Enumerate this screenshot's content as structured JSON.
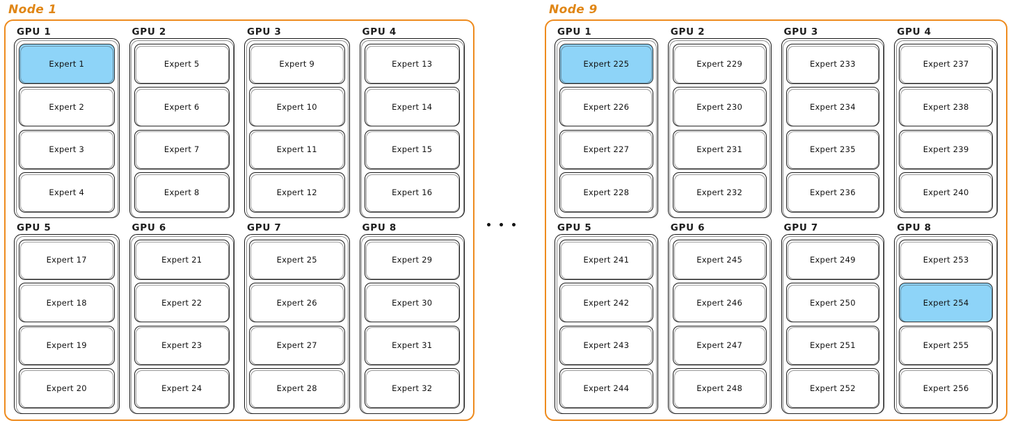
{
  "diagram": {
    "title_left": "Node 1",
    "title_right": "Node 9",
    "ellipsis_dots": 3,
    "colors": {
      "node_border": "#ee8b1e",
      "node_label": "#e08616",
      "expert_border": "#1b1b1b",
      "expert_highlight": "#8ed4f8",
      "background": "#ffffff",
      "text": "#111111"
    }
  },
  "nodes": [
    {
      "label": "Node 1",
      "gpus": [
        {
          "label": "GPU 1",
          "experts": [
            {
              "label": "Expert 1",
              "highlighted": true
            },
            {
              "label": "Expert 2",
              "highlighted": false
            },
            {
              "label": "Expert 3",
              "highlighted": false
            },
            {
              "label": "Expert 4",
              "highlighted": false
            }
          ]
        },
        {
          "label": "GPU 2",
          "experts": [
            {
              "label": "Expert 5",
              "highlighted": false
            },
            {
              "label": "Expert 6",
              "highlighted": false
            },
            {
              "label": "Expert 7",
              "highlighted": false
            },
            {
              "label": "Expert 8",
              "highlighted": false
            }
          ]
        },
        {
          "label": "GPU 3",
          "experts": [
            {
              "label": "Expert 9",
              "highlighted": false
            },
            {
              "label": "Expert 10",
              "highlighted": false
            },
            {
              "label": "Expert 11",
              "highlighted": false
            },
            {
              "label": "Expert 12",
              "highlighted": false
            }
          ]
        },
        {
          "label": "GPU 4",
          "experts": [
            {
              "label": "Expert 13",
              "highlighted": false
            },
            {
              "label": "Expert 14",
              "highlighted": false
            },
            {
              "label": "Expert 15",
              "highlighted": false
            },
            {
              "label": "Expert 16",
              "highlighted": false
            }
          ]
        },
        {
          "label": "GPU 5",
          "experts": [
            {
              "label": "Expert 17",
              "highlighted": false
            },
            {
              "label": "Expert 18",
              "highlighted": false
            },
            {
              "label": "Expert 19",
              "highlighted": false
            },
            {
              "label": "Expert 20",
              "highlighted": false
            }
          ]
        },
        {
          "label": "GPU 6",
          "experts": [
            {
              "label": "Expert 21",
              "highlighted": false
            },
            {
              "label": "Expert 22",
              "highlighted": false
            },
            {
              "label": "Expert 23",
              "highlighted": false
            },
            {
              "label": "Expert 24",
              "highlighted": false
            }
          ]
        },
        {
          "label": "GPU 7",
          "experts": [
            {
              "label": "Expert 25",
              "highlighted": false
            },
            {
              "label": "Expert 26",
              "highlighted": false
            },
            {
              "label": "Expert 27",
              "highlighted": false
            },
            {
              "label": "Expert 28",
              "highlighted": false
            }
          ]
        },
        {
          "label": "GPU 8",
          "experts": [
            {
              "label": "Expert 29",
              "highlighted": false
            },
            {
              "label": "Expert 30",
              "highlighted": false
            },
            {
              "label": "Expert 31",
              "highlighted": false
            },
            {
              "label": "Expert 32",
              "highlighted": false
            }
          ]
        }
      ]
    },
    {
      "label": "Node 9",
      "gpus": [
        {
          "label": "GPU 1",
          "experts": [
            {
              "label": "Expert 225",
              "highlighted": true
            },
            {
              "label": "Expert 226",
              "highlighted": false
            },
            {
              "label": "Expert 227",
              "highlighted": false
            },
            {
              "label": "Expert 228",
              "highlighted": false
            }
          ]
        },
        {
          "label": "GPU 2",
          "experts": [
            {
              "label": "Expert 229",
              "highlighted": false
            },
            {
              "label": "Expert 230",
              "highlighted": false
            },
            {
              "label": "Expert 231",
              "highlighted": false
            },
            {
              "label": "Expert 232",
              "highlighted": false
            }
          ]
        },
        {
          "label": "GPU 3",
          "experts": [
            {
              "label": "Expert 233",
              "highlighted": false
            },
            {
              "label": "Expert 234",
              "highlighted": false
            },
            {
              "label": "Expert 235",
              "highlighted": false
            },
            {
              "label": "Expert 236",
              "highlighted": false
            }
          ]
        },
        {
          "label": "GPU 4",
          "experts": [
            {
              "label": "Expert 237",
              "highlighted": false
            },
            {
              "label": "Expert 238",
              "highlighted": false
            },
            {
              "label": "Expert 239",
              "highlighted": false
            },
            {
              "label": "Expert 240",
              "highlighted": false
            }
          ]
        },
        {
          "label": "GPU 5",
          "experts": [
            {
              "label": "Expert 241",
              "highlighted": false
            },
            {
              "label": "Expert 242",
              "highlighted": false
            },
            {
              "label": "Expert 243",
              "highlighted": false
            },
            {
              "label": "Expert 244",
              "highlighted": false
            }
          ]
        },
        {
          "label": "GPU 6",
          "experts": [
            {
              "label": "Expert 245",
              "highlighted": false
            },
            {
              "label": "Expert 246",
              "highlighted": false
            },
            {
              "label": "Expert 247",
              "highlighted": false
            },
            {
              "label": "Expert 248",
              "highlighted": false
            }
          ]
        },
        {
          "label": "GPU 7",
          "experts": [
            {
              "label": "Expert 249",
              "highlighted": false
            },
            {
              "label": "Expert 250",
              "highlighted": false
            },
            {
              "label": "Expert 251",
              "highlighted": false
            },
            {
              "label": "Expert 252",
              "highlighted": false
            }
          ]
        },
        {
          "label": "GPU 8",
          "experts": [
            {
              "label": "Expert 253",
              "highlighted": false
            },
            {
              "label": "Expert 254",
              "highlighted": true
            },
            {
              "label": "Expert 255",
              "highlighted": false
            },
            {
              "label": "Expert 256",
              "highlighted": false
            }
          ]
        }
      ]
    }
  ]
}
